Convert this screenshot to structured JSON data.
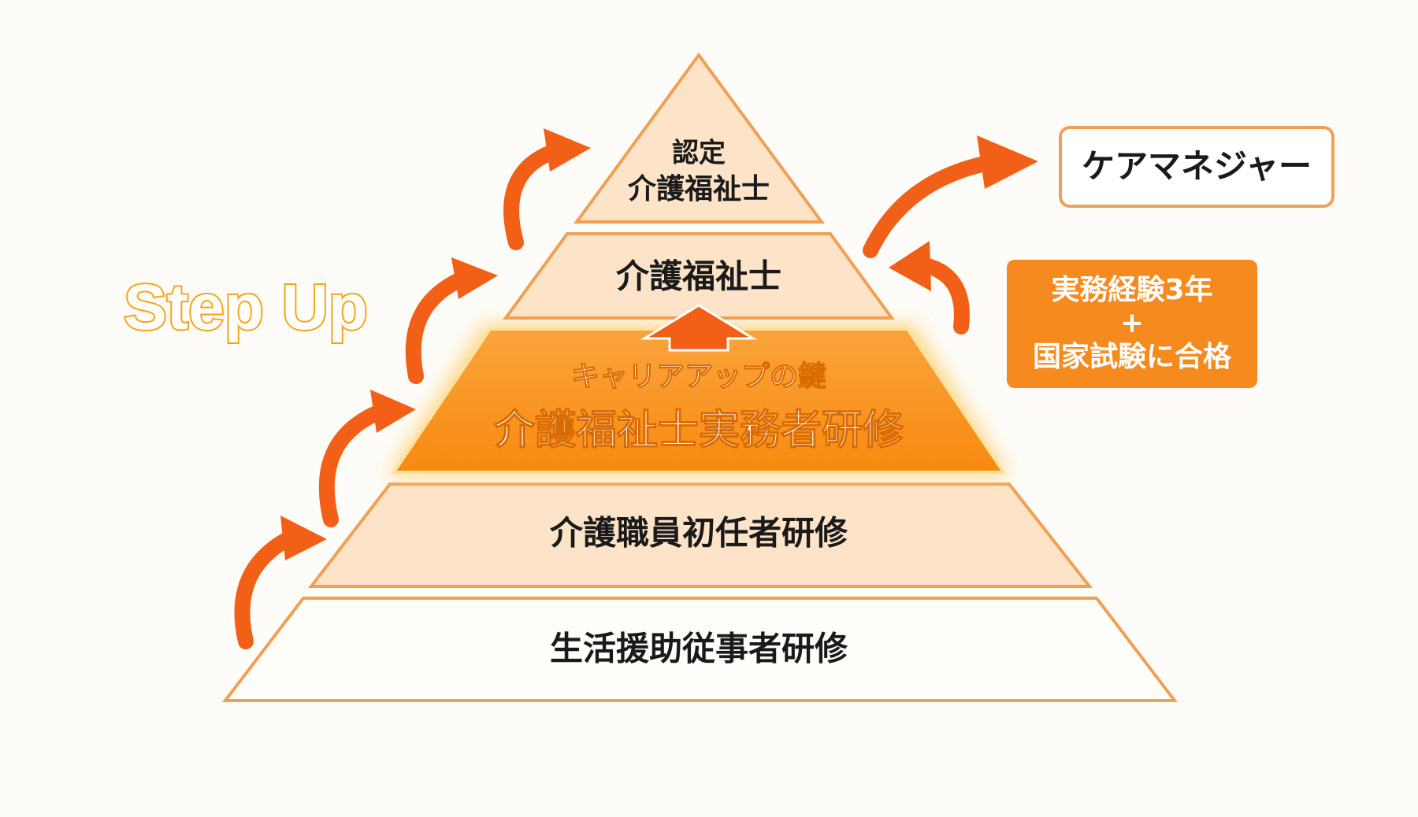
{
  "step_up_label": "Step Up",
  "pyramid": {
    "tier1_line1": "認定",
    "tier1_line2": "介護福祉士",
    "tier2": "介護福祉士",
    "tier3_sub": "キャリアアップの鍵",
    "tier3_main": "介護福祉士実務者研修",
    "tier4": "介護職員初任者研修",
    "tier5": "生活援助従事者研修"
  },
  "care_manager": {
    "label": "ケアマネジャー"
  },
  "requirement": {
    "line1": "実務経験3年",
    "line2": "+",
    "line3": "国家試験に合格"
  },
  "colors": {
    "tier_fill": "#fde4c8",
    "tier_stroke": "#f0a055",
    "highlight": "#f98f14",
    "arrow": "#f25f16",
    "step_up": "#f6a417"
  }
}
